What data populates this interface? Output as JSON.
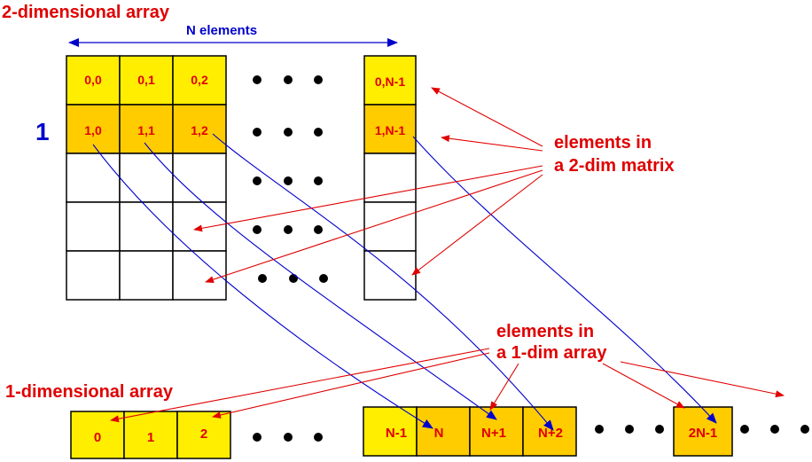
{
  "titles": {
    "two_dim": "2-dimensional array",
    "one_dim": "1-dimensional array",
    "n_elements": "N elements",
    "row_index": "1"
  },
  "annotations": {
    "matrix_line1": "elements in",
    "matrix_line2": "a 2-dim matrix",
    "array_line1": "elements in",
    "array_line2": "a 1-dim array"
  },
  "matrix": {
    "row0": [
      "0,0",
      "0,1",
      "0,2"
    ],
    "row1": [
      "1,0",
      "1,1",
      "1,2"
    ],
    "last_col": [
      "0,N-1",
      "1,N-1"
    ]
  },
  "array": {
    "group_a": [
      "0",
      "1",
      "2"
    ],
    "group_b": [
      "N-1",
      "N",
      "N+1",
      "N+2"
    ],
    "group_c": [
      "2N-1"
    ]
  },
  "colors": {
    "row0_fill": "#ffee00",
    "row1_fill": "#ffcc00",
    "annotation": "#e00000",
    "mapping": "#0000cc"
  }
}
